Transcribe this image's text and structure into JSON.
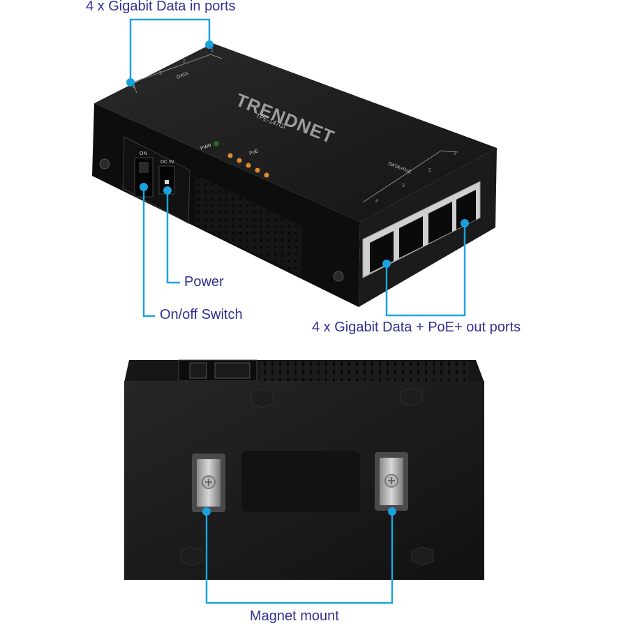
{
  "callouts": {
    "data_in": "4 x Gigabit Data in ports",
    "power": "Power",
    "on_off": "On/off Switch",
    "poe_out": "4 x Gigabit Data + PoE+ out ports",
    "magnet": "Magnet mount"
  },
  "device": {
    "brand": "TRENDNET",
    "model": "TPE-147GI",
    "data_label": "DATA",
    "data_poe_label": "DATA+PoE",
    "pwr_label": "PWR",
    "poe_label": "PoE",
    "on_label": "ON",
    "dc_label": "DC IN",
    "port_nums": [
      "1",
      "2",
      "3",
      "4"
    ]
  },
  "colors": {
    "callout_text": "#2e3192",
    "callout_line": "#1ba1dc",
    "device_body": "#1a1a1a",
    "led_amber": "#e08a2c"
  }
}
